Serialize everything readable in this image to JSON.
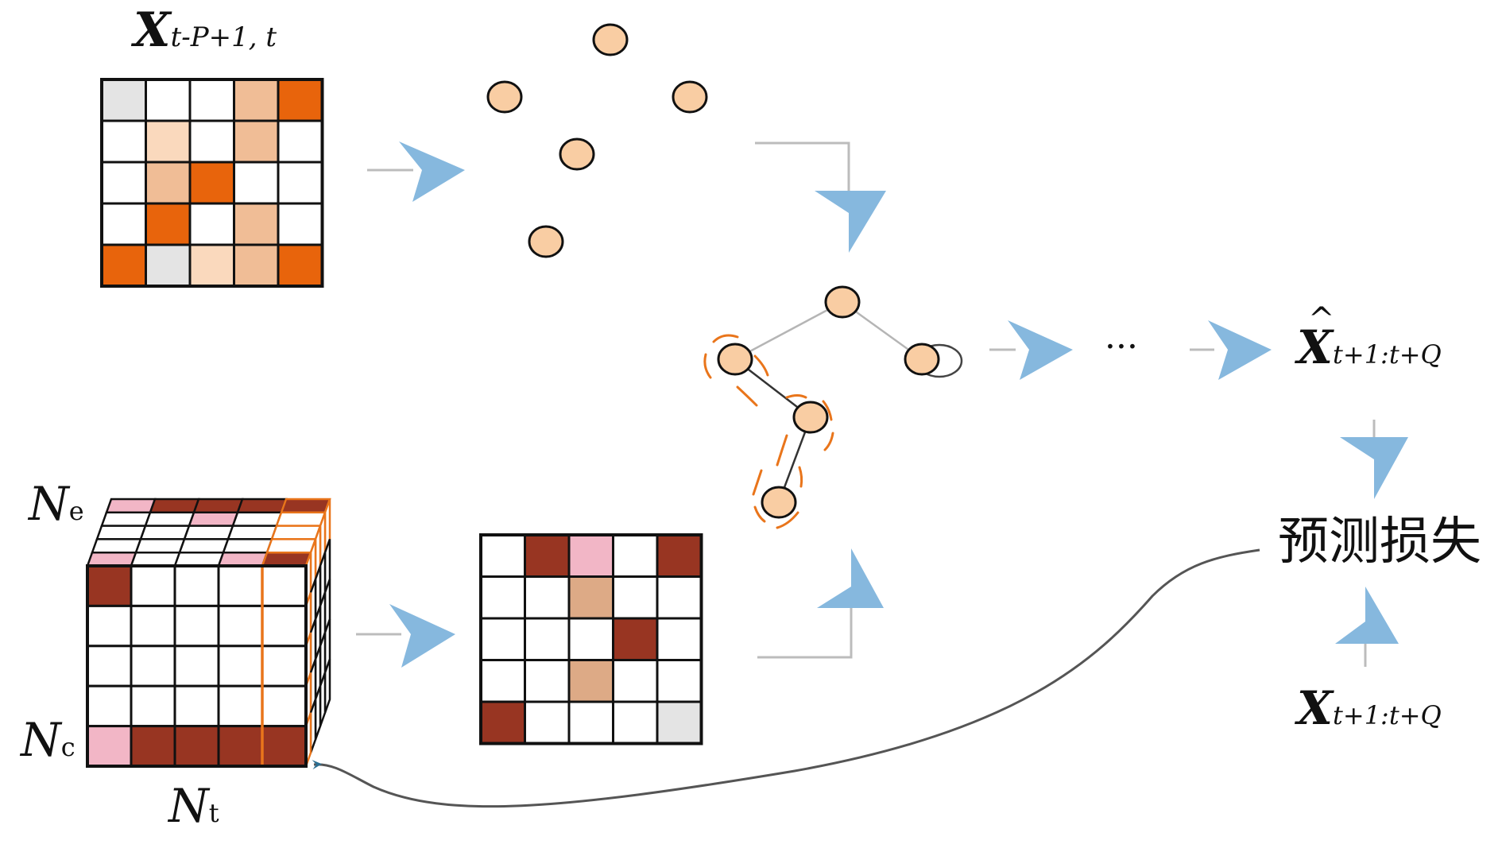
{
  "labels": {
    "x_input_main": "X",
    "x_input_sub": "t-P+1, t",
    "x_hat_main": "X",
    "x_hat_hat": "^",
    "x_hat_sub": "t+1:t+Q",
    "x_target_main": "X",
    "x_target_sub": "t+1:t+Q",
    "ellipsis": "···",
    "loss": "预测损失",
    "n_e_main": "N",
    "n_e_sub": "e",
    "n_c_main": "N",
    "n_c_sub": "c",
    "n_t_main": "N",
    "n_t_sub": "t"
  },
  "colors": {
    "orange_dark": "#e8640c",
    "orange_mid": "#f0bd96",
    "orange_light": "#fad9bd",
    "gray_light": "#e4e4e4",
    "maroon": "#983522",
    "pink": "#f2b6c6",
    "tan": "#ddaa86",
    "node_fill": "#f9cda3",
    "arrow_blue": "#86b8de",
    "connector_gray": "#bcbcbc",
    "feedback_arrow": "#2b6f93",
    "cube_orange_edge": "#e9751b"
  },
  "matrices": {
    "input_grid": [
      [
        "gray_light",
        "white",
        "white",
        "orange_mid",
        "orange_dark"
      ],
      [
        "white",
        "orange_light",
        "white",
        "orange_mid",
        "white"
      ],
      [
        "white",
        "orange_mid",
        "orange_dark",
        "white",
        "white"
      ],
      [
        "white",
        "orange_dark",
        "white",
        "orange_mid",
        "white"
      ],
      [
        "orange_dark",
        "gray_light",
        "orange_light",
        "orange_mid",
        "orange_dark"
      ]
    ],
    "feature_grid": [
      [
        "white",
        "maroon",
        "pink",
        "white",
        "maroon"
      ],
      [
        "white",
        "white",
        "tan",
        "white",
        "white"
      ],
      [
        "white",
        "white",
        "white",
        "maroon",
        "white"
      ],
      [
        "white",
        "white",
        "tan",
        "white",
        "white"
      ],
      [
        "maroon",
        "white",
        "white",
        "white",
        "gray_light"
      ]
    ],
    "cube_front_bottom_row": [
      "pink",
      "maroon",
      "maroon",
      "maroon",
      "maroon"
    ],
    "cube_front_top_left": "maroon",
    "cube_top_rows": [
      [
        "pink",
        "maroon",
        "maroon",
        "maroon",
        "maroon"
      ],
      [
        "white",
        "white",
        "pink",
        "white",
        "white"
      ],
      [
        "white",
        "white",
        "white",
        "white",
        "white"
      ],
      [
        "white",
        "white",
        "white",
        "white",
        "white"
      ],
      [
        "pink",
        "white",
        "white",
        "pink",
        "maroon"
      ]
    ]
  },
  "graph": {
    "loose_node_count": 5,
    "connected_node_count": 5,
    "edge_count": 4,
    "has_self_loop": true
  }
}
